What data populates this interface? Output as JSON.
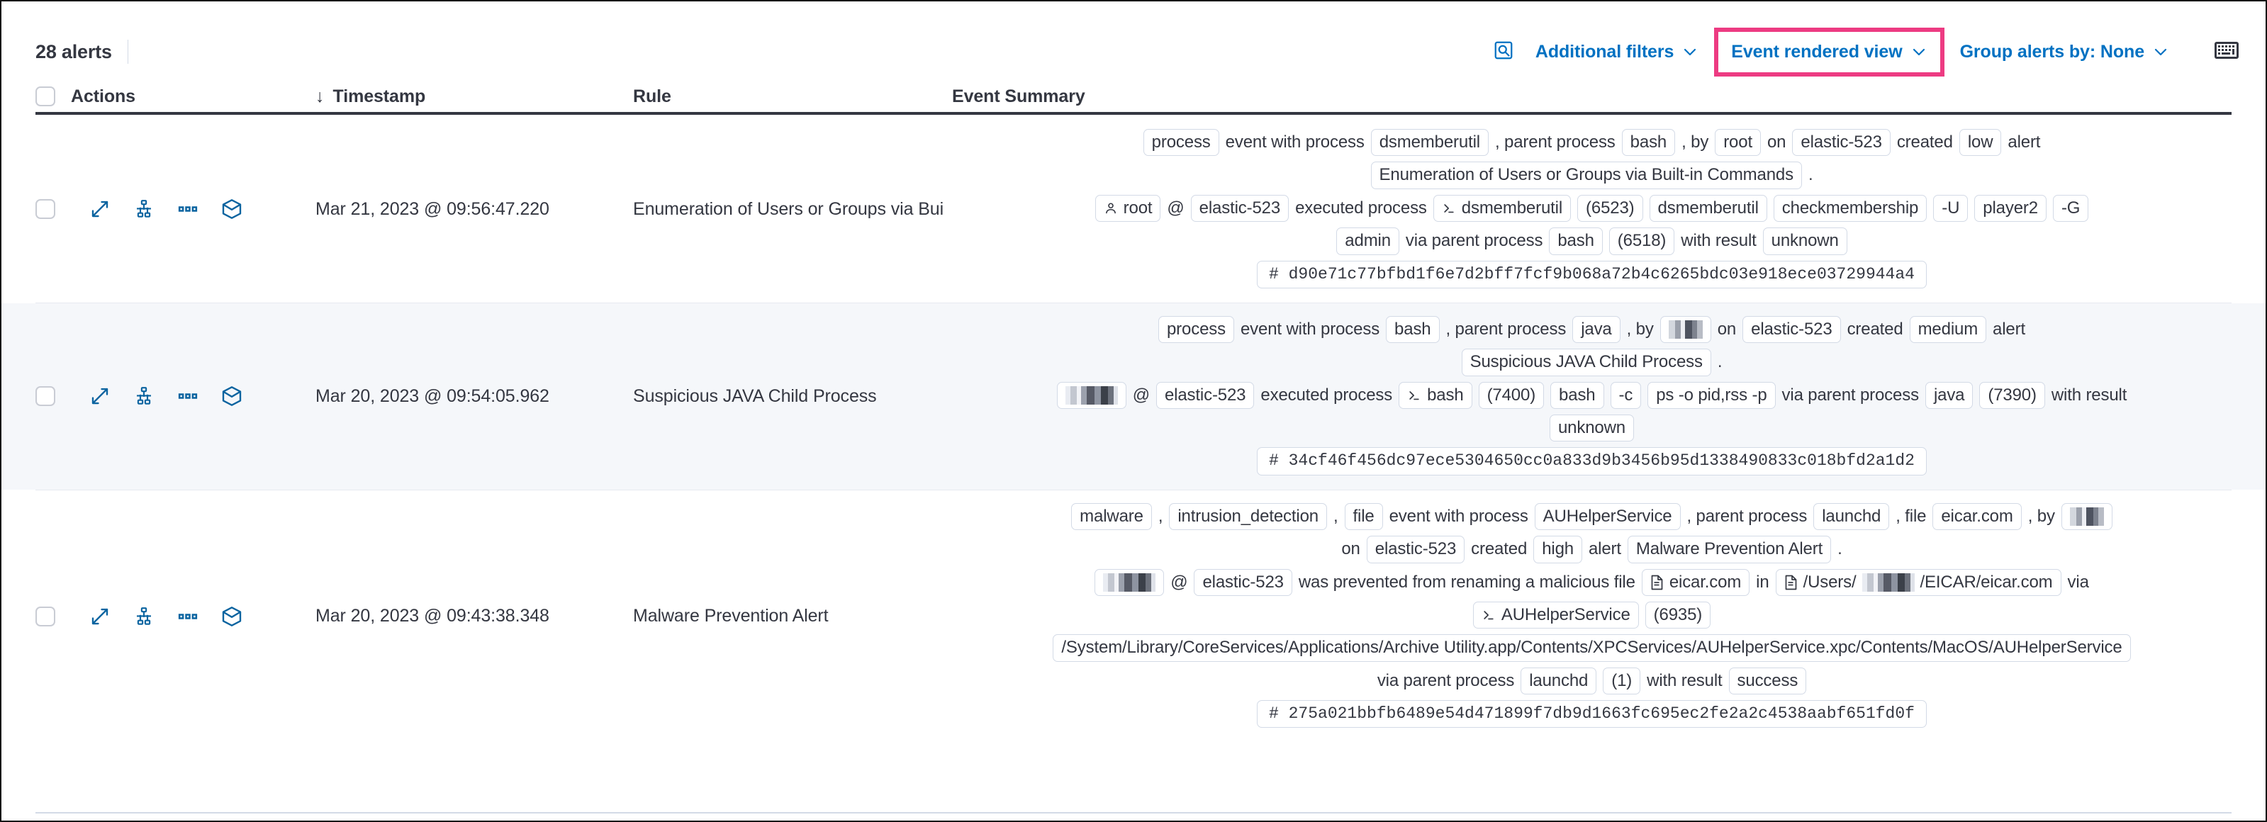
{
  "toolbar": {
    "alert_count": "28 alerts",
    "inspect_icon": "inspect-query-icon",
    "additional_filters": "Additional filters",
    "event_rendered_view": "Event rendered view",
    "group_alerts_by": "Group alerts by: None",
    "keyboard_icon": "keyboard-icon",
    "highlight_color": "#ed3b82",
    "link_color": "#0071c2"
  },
  "table": {
    "headers": {
      "actions": "Actions",
      "timestamp": "Timestamp",
      "rule": "Rule",
      "event_summary": "Event Summary",
      "sort_arrow": "↓"
    },
    "row_actions": [
      "expand-icon",
      "analyze-event-icon",
      "more-actions-icon",
      "session-view-icon"
    ],
    "rows": [
      {
        "timestamp": "Mar 21, 2023 @ 09:56:47.220",
        "rule": "Enumeration of Users or Groups via Bui",
        "striped": false,
        "summary": [
          [
            {
              "t": "chip",
              "v": "process"
            },
            {
              "t": "txt",
              "v": "event with process"
            },
            {
              "t": "chip",
              "v": "dsmemberutil"
            },
            {
              "t": "txt",
              "v": ", parent process"
            },
            {
              "t": "chip",
              "v": "bash"
            },
            {
              "t": "txt",
              "v": ", by"
            },
            {
              "t": "chip",
              "v": "root"
            },
            {
              "t": "txt",
              "v": "on"
            },
            {
              "t": "chip",
              "v": "elastic-523"
            },
            {
              "t": "txt",
              "v": "created"
            },
            {
              "t": "chip",
              "v": "low"
            },
            {
              "t": "txt",
              "v": "alert"
            }
          ],
          [
            {
              "t": "chip",
              "v": "Enumeration of Users or Groups via Built-in Commands"
            },
            {
              "t": "txt",
              "v": "."
            }
          ],
          [
            {
              "t": "chip",
              "v": "root",
              "icon": "user-icon"
            },
            {
              "t": "txt",
              "v": "@"
            },
            {
              "t": "chip",
              "v": "elastic-523"
            },
            {
              "t": "txt",
              "v": "executed process"
            },
            {
              "t": "chip",
              "v": "dsmemberutil",
              "icon": "console-icon"
            },
            {
              "t": "chip",
              "v": "(6523)"
            },
            {
              "t": "chip",
              "v": "dsmemberutil"
            },
            {
              "t": "chip",
              "v": "checkmembership"
            },
            {
              "t": "chip",
              "v": "-U"
            },
            {
              "t": "chip",
              "v": "player2"
            },
            {
              "t": "chip",
              "v": "-G"
            }
          ],
          [
            {
              "t": "chip",
              "v": "admin"
            },
            {
              "t": "txt",
              "v": "via parent process"
            },
            {
              "t": "chip",
              "v": "bash"
            },
            {
              "t": "chip",
              "v": "(6518)"
            },
            {
              "t": "txt",
              "v": "with result"
            },
            {
              "t": "chip",
              "v": "unknown"
            }
          ],
          [
            {
              "t": "chip",
              "v": "# d90e71c77bfbd1f6e7d2bff7fcf9b068a72b4c6265bdc03e918ece03729944a4",
              "mono": true
            }
          ]
        ]
      },
      {
        "timestamp": "Mar 20, 2023 @ 09:54:05.962",
        "rule": "Suspicious JAVA Child Process",
        "striped": true,
        "summary": [
          [
            {
              "t": "chip",
              "v": "process"
            },
            {
              "t": "txt",
              "v": "event with process"
            },
            {
              "t": "chip",
              "v": "bash"
            },
            {
              "t": "txt",
              "v": ", parent process"
            },
            {
              "t": "chip",
              "v": "java"
            },
            {
              "t": "txt",
              "v": ", by"
            },
            {
              "t": "chip",
              "v": "",
              "redacted": "short"
            },
            {
              "t": "txt",
              "v": "on"
            },
            {
              "t": "chip",
              "v": "elastic-523"
            },
            {
              "t": "txt",
              "v": "created"
            },
            {
              "t": "chip",
              "v": "medium"
            },
            {
              "t": "txt",
              "v": "alert"
            }
          ],
          [
            {
              "t": "chip",
              "v": "Suspicious JAVA Child Process"
            },
            {
              "t": "txt",
              "v": "."
            }
          ],
          [
            {
              "t": "chip",
              "v": "",
              "redacted": "long"
            },
            {
              "t": "txt",
              "v": "@"
            },
            {
              "t": "chip",
              "v": "elastic-523"
            },
            {
              "t": "txt",
              "v": "executed process"
            },
            {
              "t": "chip",
              "v": "bash",
              "icon": "console-icon"
            },
            {
              "t": "chip",
              "v": "(7400)"
            },
            {
              "t": "chip",
              "v": "bash"
            },
            {
              "t": "chip",
              "v": "-c"
            },
            {
              "t": "chip",
              "v": "ps -o pid,rss -p"
            },
            {
              "t": "txt",
              "v": "via parent process"
            },
            {
              "t": "chip",
              "v": "java"
            },
            {
              "t": "chip",
              "v": "(7390)"
            },
            {
              "t": "txt",
              "v": "with result"
            }
          ],
          [
            {
              "t": "chip",
              "v": "unknown"
            }
          ],
          [
            {
              "t": "chip",
              "v": "# 34cf46f456dc97ece5304650cc0a833d9b3456b95d1338490833c018bfd2a1d2",
              "mono": true
            }
          ]
        ]
      },
      {
        "timestamp": "Mar 20, 2023 @ 09:43:38.348",
        "rule": "Malware Prevention Alert",
        "striped": false,
        "summary": [
          [
            {
              "t": "chip",
              "v": "malware"
            },
            {
              "t": "txt",
              "v": ","
            },
            {
              "t": "chip",
              "v": "intrusion_detection"
            },
            {
              "t": "txt",
              "v": ","
            },
            {
              "t": "chip",
              "v": "file"
            },
            {
              "t": "txt",
              "v": "event with process"
            },
            {
              "t": "chip",
              "v": "AUHelperService"
            },
            {
              "t": "txt",
              "v": ", parent process"
            },
            {
              "t": "chip",
              "v": "launchd"
            },
            {
              "t": "txt",
              "v": ", file"
            },
            {
              "t": "chip",
              "v": "eicar.com"
            },
            {
              "t": "txt",
              "v": ", by"
            },
            {
              "t": "chip",
              "v": "",
              "redacted": "short"
            }
          ],
          [
            {
              "t": "txt",
              "v": "on"
            },
            {
              "t": "chip",
              "v": "elastic-523"
            },
            {
              "t": "txt",
              "v": "created"
            },
            {
              "t": "chip",
              "v": "high"
            },
            {
              "t": "txt",
              "v": "alert"
            },
            {
              "t": "chip",
              "v": "Malware Prevention Alert"
            },
            {
              "t": "txt",
              "v": "."
            }
          ],
          [
            {
              "t": "chip",
              "v": "",
              "redacted": "long"
            },
            {
              "t": "txt",
              "v": "@"
            },
            {
              "t": "chip",
              "v": "elastic-523"
            },
            {
              "t": "txt",
              "v": "was prevented from renaming a malicious file"
            },
            {
              "t": "chip",
              "v": "eicar.com",
              "icon": "file-icon"
            },
            {
              "t": "txt",
              "v": "in"
            },
            {
              "t": "chip",
              "v": "/Users/",
              "icon": "file-icon",
              "redact_mid": true,
              "v2": "/EICAR/eicar.com"
            },
            {
              "t": "txt",
              "v": "via"
            }
          ],
          [
            {
              "t": "chip",
              "v": "AUHelperService",
              "icon": "console-icon"
            },
            {
              "t": "chip",
              "v": "(6935)"
            }
          ],
          [
            {
              "t": "chip",
              "v": "/System/Library/CoreServices/Applications/Archive Utility.app/Contents/XPCServices/AUHelperService.xpc/Contents/MacOS/AUHelperService"
            }
          ],
          [
            {
              "t": "txt",
              "v": "via parent process"
            },
            {
              "t": "chip",
              "v": "launchd"
            },
            {
              "t": "chip",
              "v": "(1)"
            },
            {
              "t": "txt",
              "v": "with result"
            },
            {
              "t": "chip",
              "v": "success"
            }
          ],
          [
            {
              "t": "chip",
              "v": "# 275a021bbfb6489e54d471899f7db9d1663fc695ec2fe2a2c4538aabf651fd0f",
              "mono": true
            }
          ]
        ]
      }
    ]
  }
}
